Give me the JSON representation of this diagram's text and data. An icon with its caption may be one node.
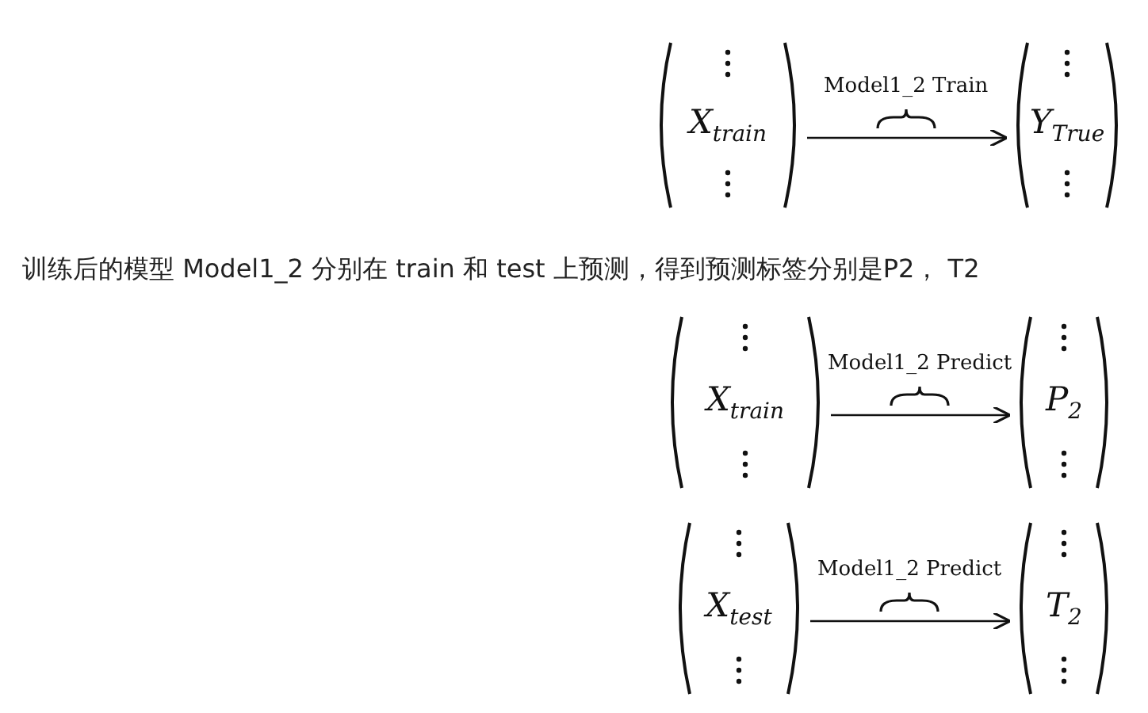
{
  "diagram": {
    "nodes": [
      {
        "text": [
          "X$_{train}$"
        ]
      },
      {
        "text": [
          "Y$_{True}$"
        ]
      },
      {
        "text": [
          "X$_{train}$"
        ]
      },
      {
        "text": [
          "P$_{2}$"
        ]
      },
      {
        "text": [
          "X$_{test}$"
        ]
      },
      {
        "text": [
          "T$_{2}$"
        ]
      }
    ],
    "edges": [
      {
        "from": 0,
        "to": 1,
        "arrow": "to",
        "label": "Model1_2 Train"
      },
      {
        "from": 2,
        "to": 3,
        "arrow": "to",
        "label": "Model1_2 Predict"
      },
      {
        "from": 4,
        "to": 5,
        "arrow": "to",
        "label": "Model1_2 Predict"
      }
    ],
    "labels": [
      "训练后的模型 Model1_2 分别在 train 和 test 上预测，得到预测标签分别是P2， T2"
    ]
  }
}
